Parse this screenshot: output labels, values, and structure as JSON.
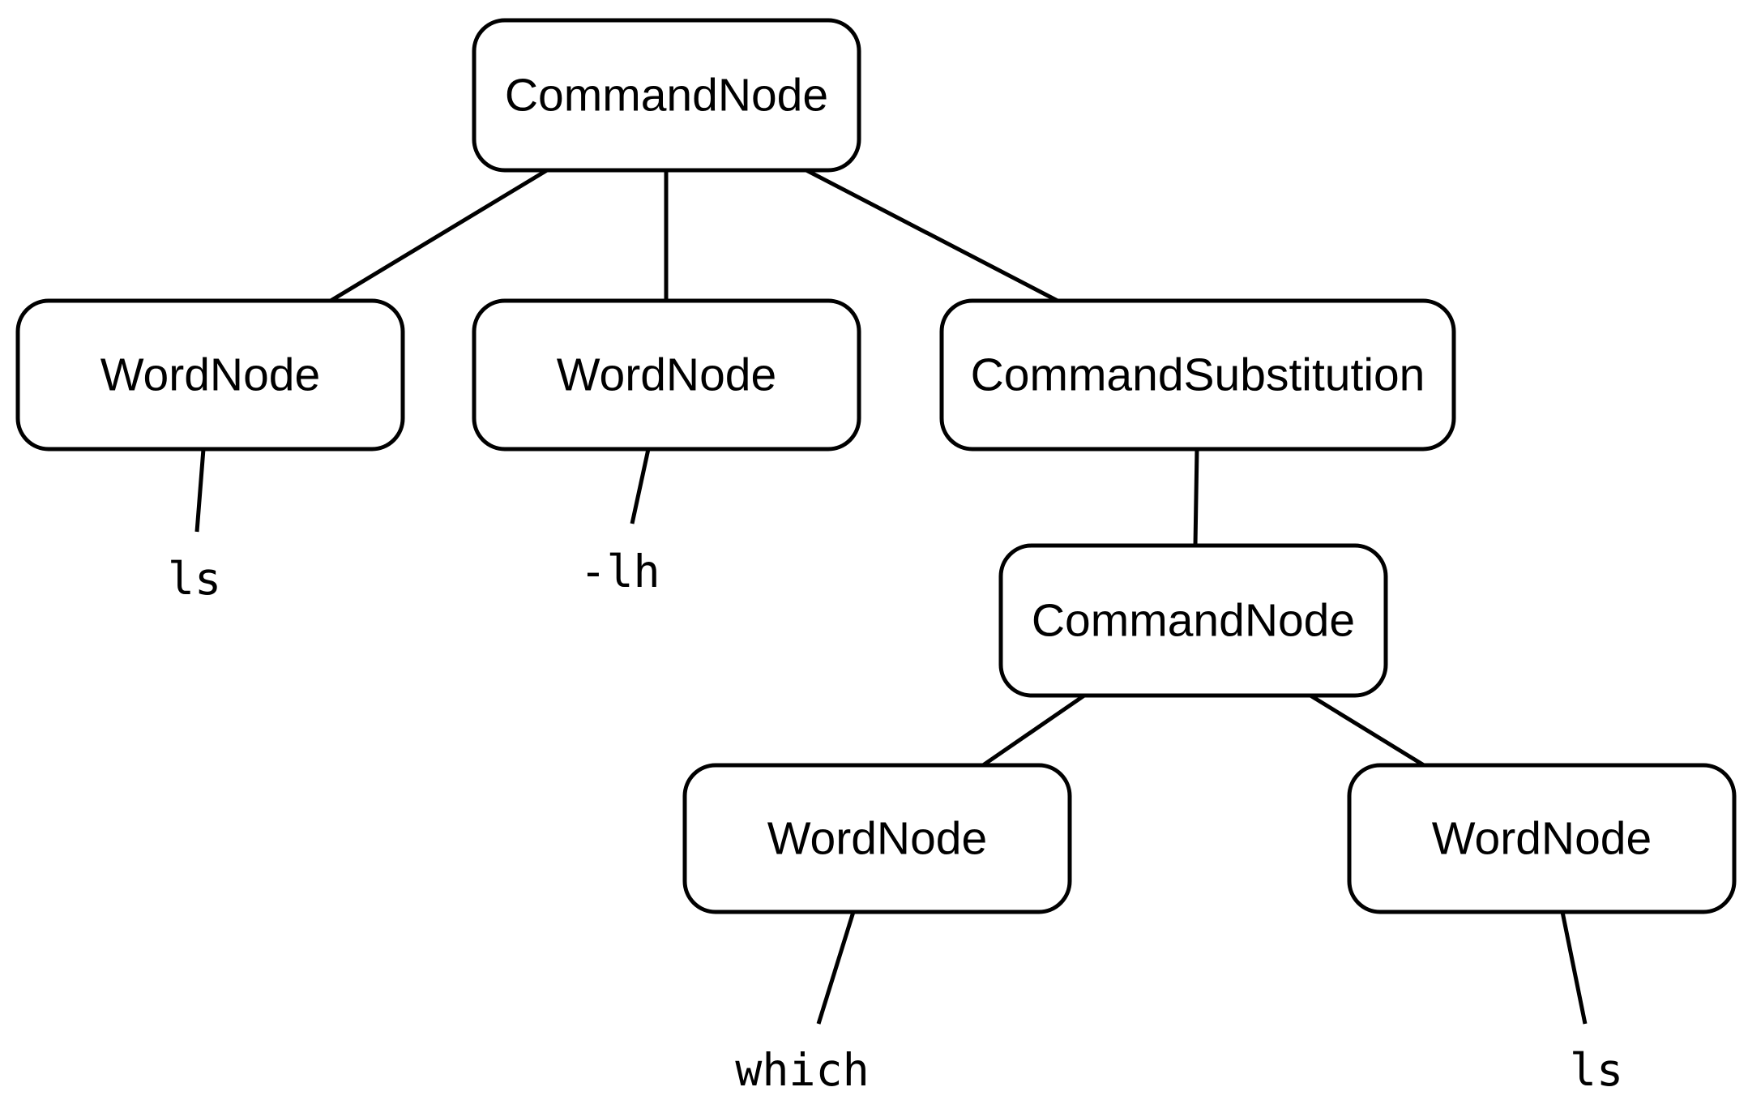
{
  "tree": {
    "root": {
      "label": "CommandNode",
      "children": {
        "word_ls": {
          "label": "WordNode",
          "leaf": "ls"
        },
        "word_lh": {
          "label": "WordNode",
          "leaf": "-lh"
        },
        "substitution": {
          "label": "CommandSubstitution",
          "command": {
            "label": "CommandNode",
            "children": {
              "word_which": {
                "label": "WordNode",
                "leaf": "which"
              },
              "word_ls2": {
                "label": "WordNode",
                "leaf": "ls"
              }
            }
          }
        }
      }
    }
  }
}
